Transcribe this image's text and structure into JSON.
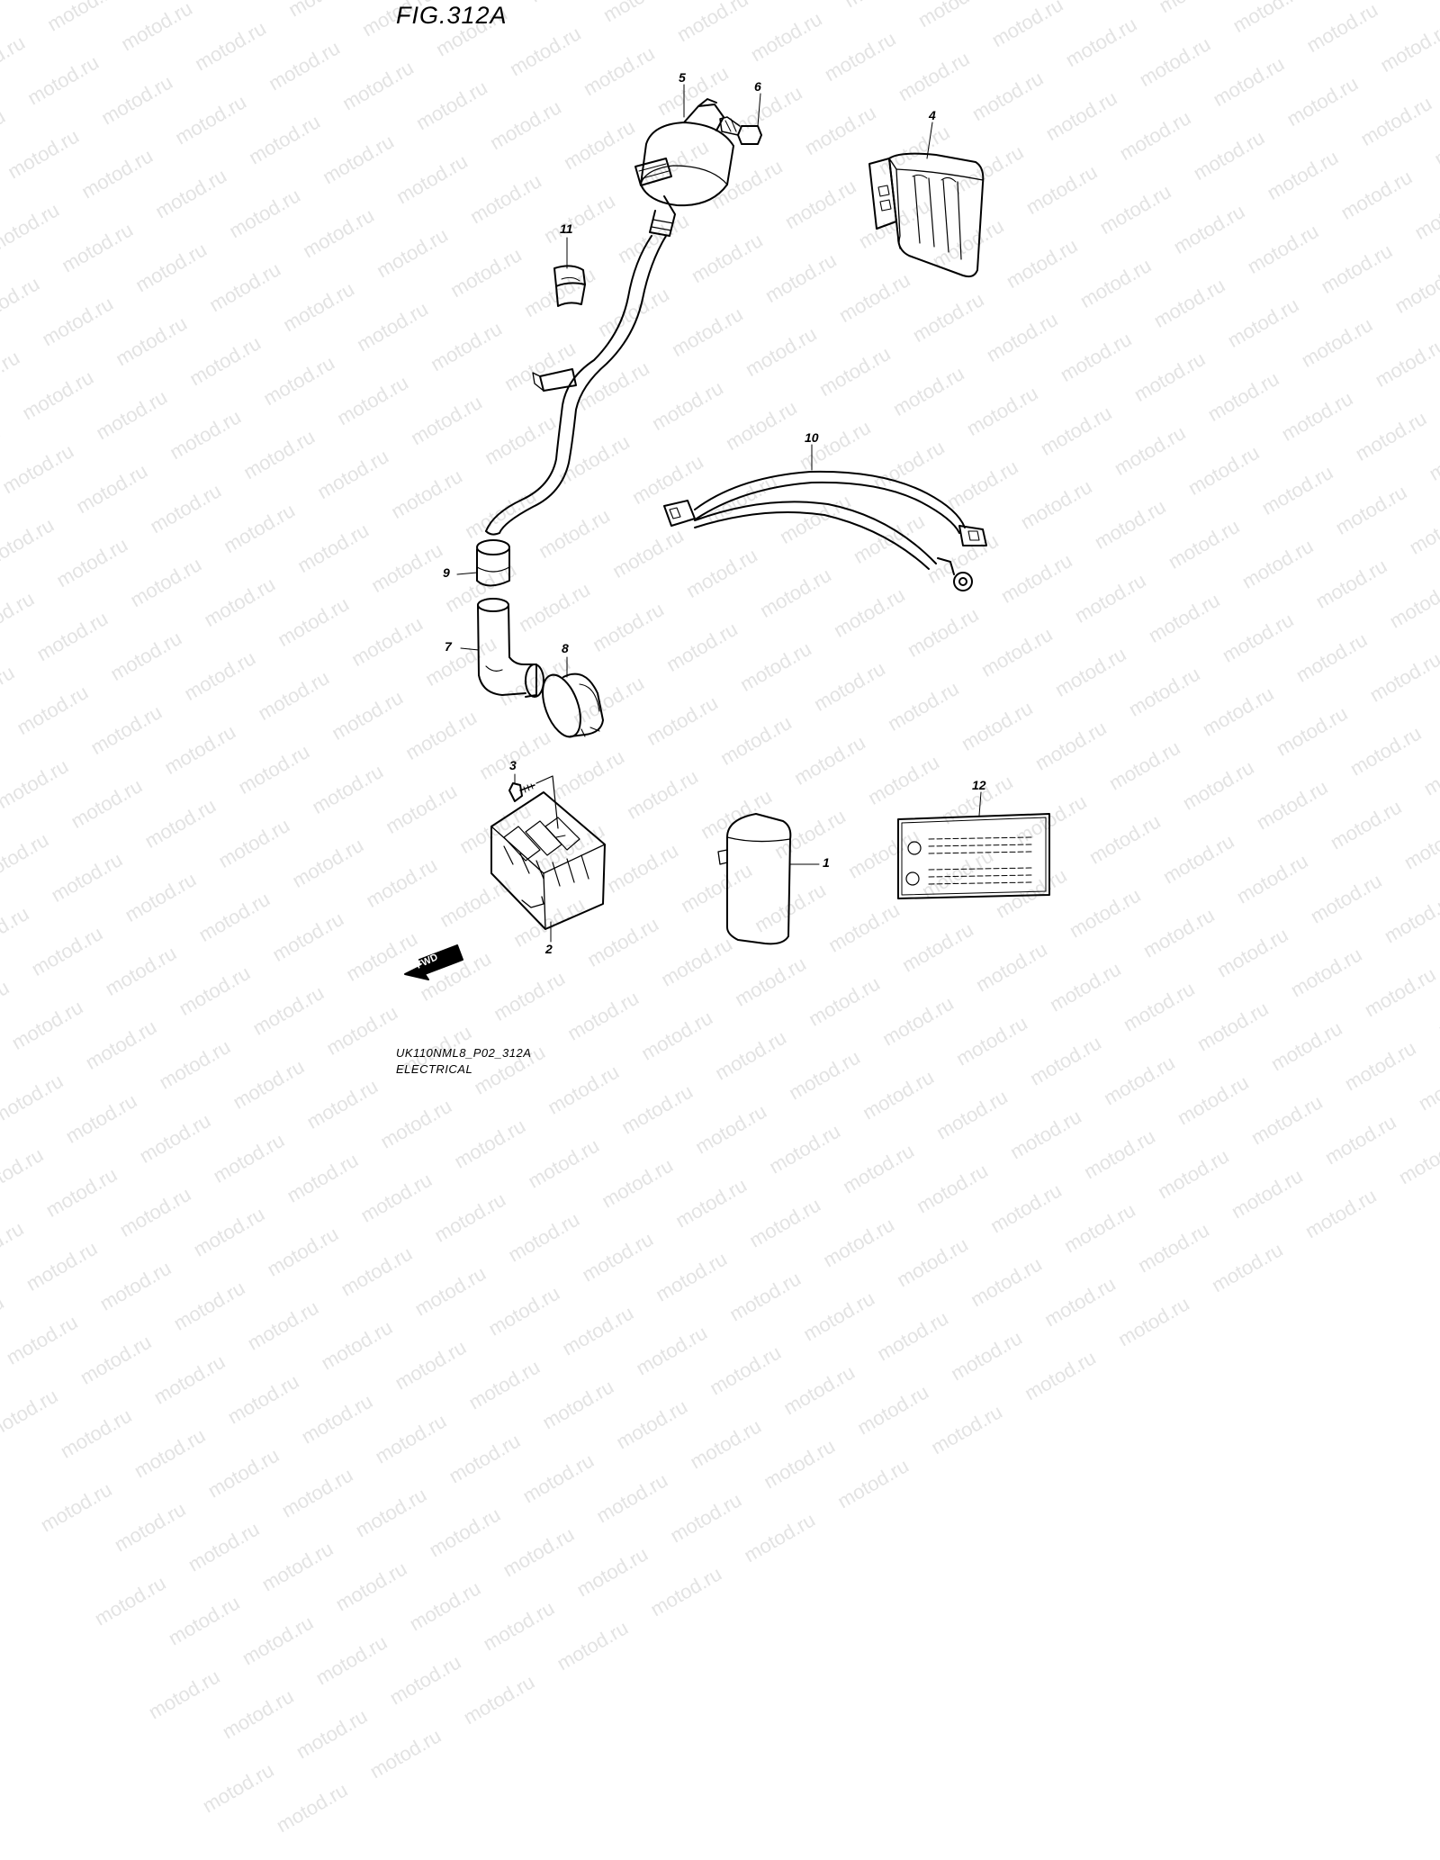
{
  "figure": {
    "title": "FIG.312A",
    "model_code": "UK110NML8_P02_312A",
    "section": "ELECTRICAL"
  },
  "watermark": "motod.ru",
  "callouts": [
    "1",
    "2",
    "3",
    "4",
    "5",
    "6",
    "7",
    "8",
    "9",
    "10",
    "11",
    "12"
  ],
  "fwd_label": "FWD",
  "colors": {
    "line": "#000000",
    "watermark": "#e3e3e3",
    "background": "#ffffff"
  }
}
